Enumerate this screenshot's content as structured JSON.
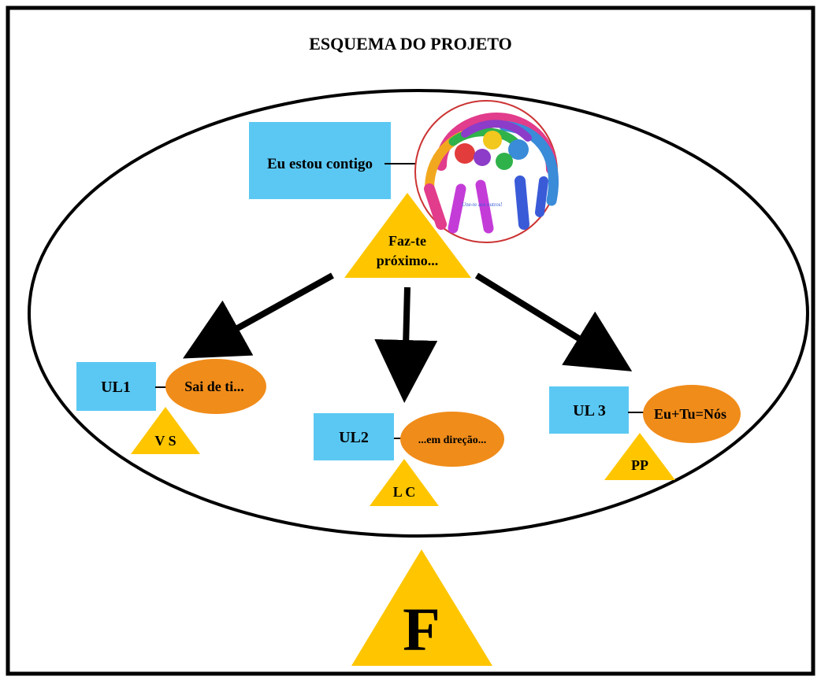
{
  "title": "ESQUEMA DO PROJETO",
  "colors": {
    "box": "#5bc8f3",
    "triangle": "#ffc600",
    "oval": "#f08c1a",
    "frame": "#000000"
  },
  "top": {
    "box_label": "Eu estou contigo",
    "triangle_label_line1": "Faz-te",
    "triangle_label_line2": "próximo...",
    "image_caption": "Une-te aos outros!"
  },
  "units": [
    {
      "box": "UL1",
      "oval": "Sai de ti...",
      "triangle": "V S"
    },
    {
      "box": "UL2",
      "oval": "...em direção...",
      "triangle": "L C"
    },
    {
      "box": "UL 3",
      "oval": "Eu+Tu=Nós",
      "triangle": "PP"
    }
  ],
  "base": {
    "label": "F"
  }
}
